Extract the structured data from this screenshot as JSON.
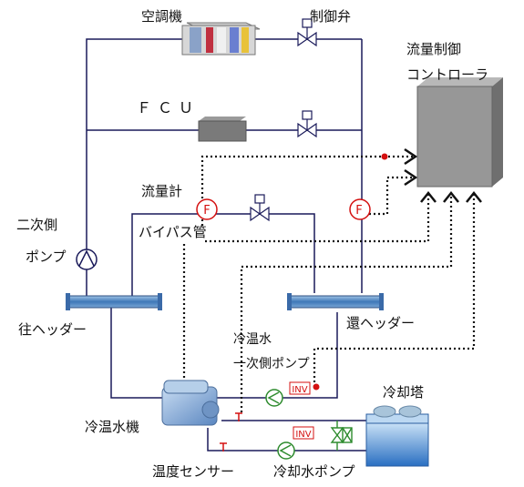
{
  "labels": {
    "ahu": "空調機",
    "control_valve": "制御弁",
    "controller": "流量制御\nコントローラ",
    "fcu": "ＦＣＵ",
    "flow_meter": "流量計",
    "bypass_pipe": "バイパス管",
    "secondary_pump_line1": "二次側",
    "secondary_pump_line2": "ポンプ",
    "supply_header": "往ヘッダー",
    "return_header": "還ヘッダー",
    "chilled_hot_water_line1": "冷温水",
    "chilled_hot_water_line2": "一次側ポンプ",
    "cooling_tower": "冷却塔",
    "chiller": "冷温水機",
    "temp_sensor": "温度センサー",
    "cooling_water_pump": "冷却水ポンプ"
  },
  "symbols": {
    "flow_meter_mark": "F",
    "inverter_mark": "INV"
  }
}
